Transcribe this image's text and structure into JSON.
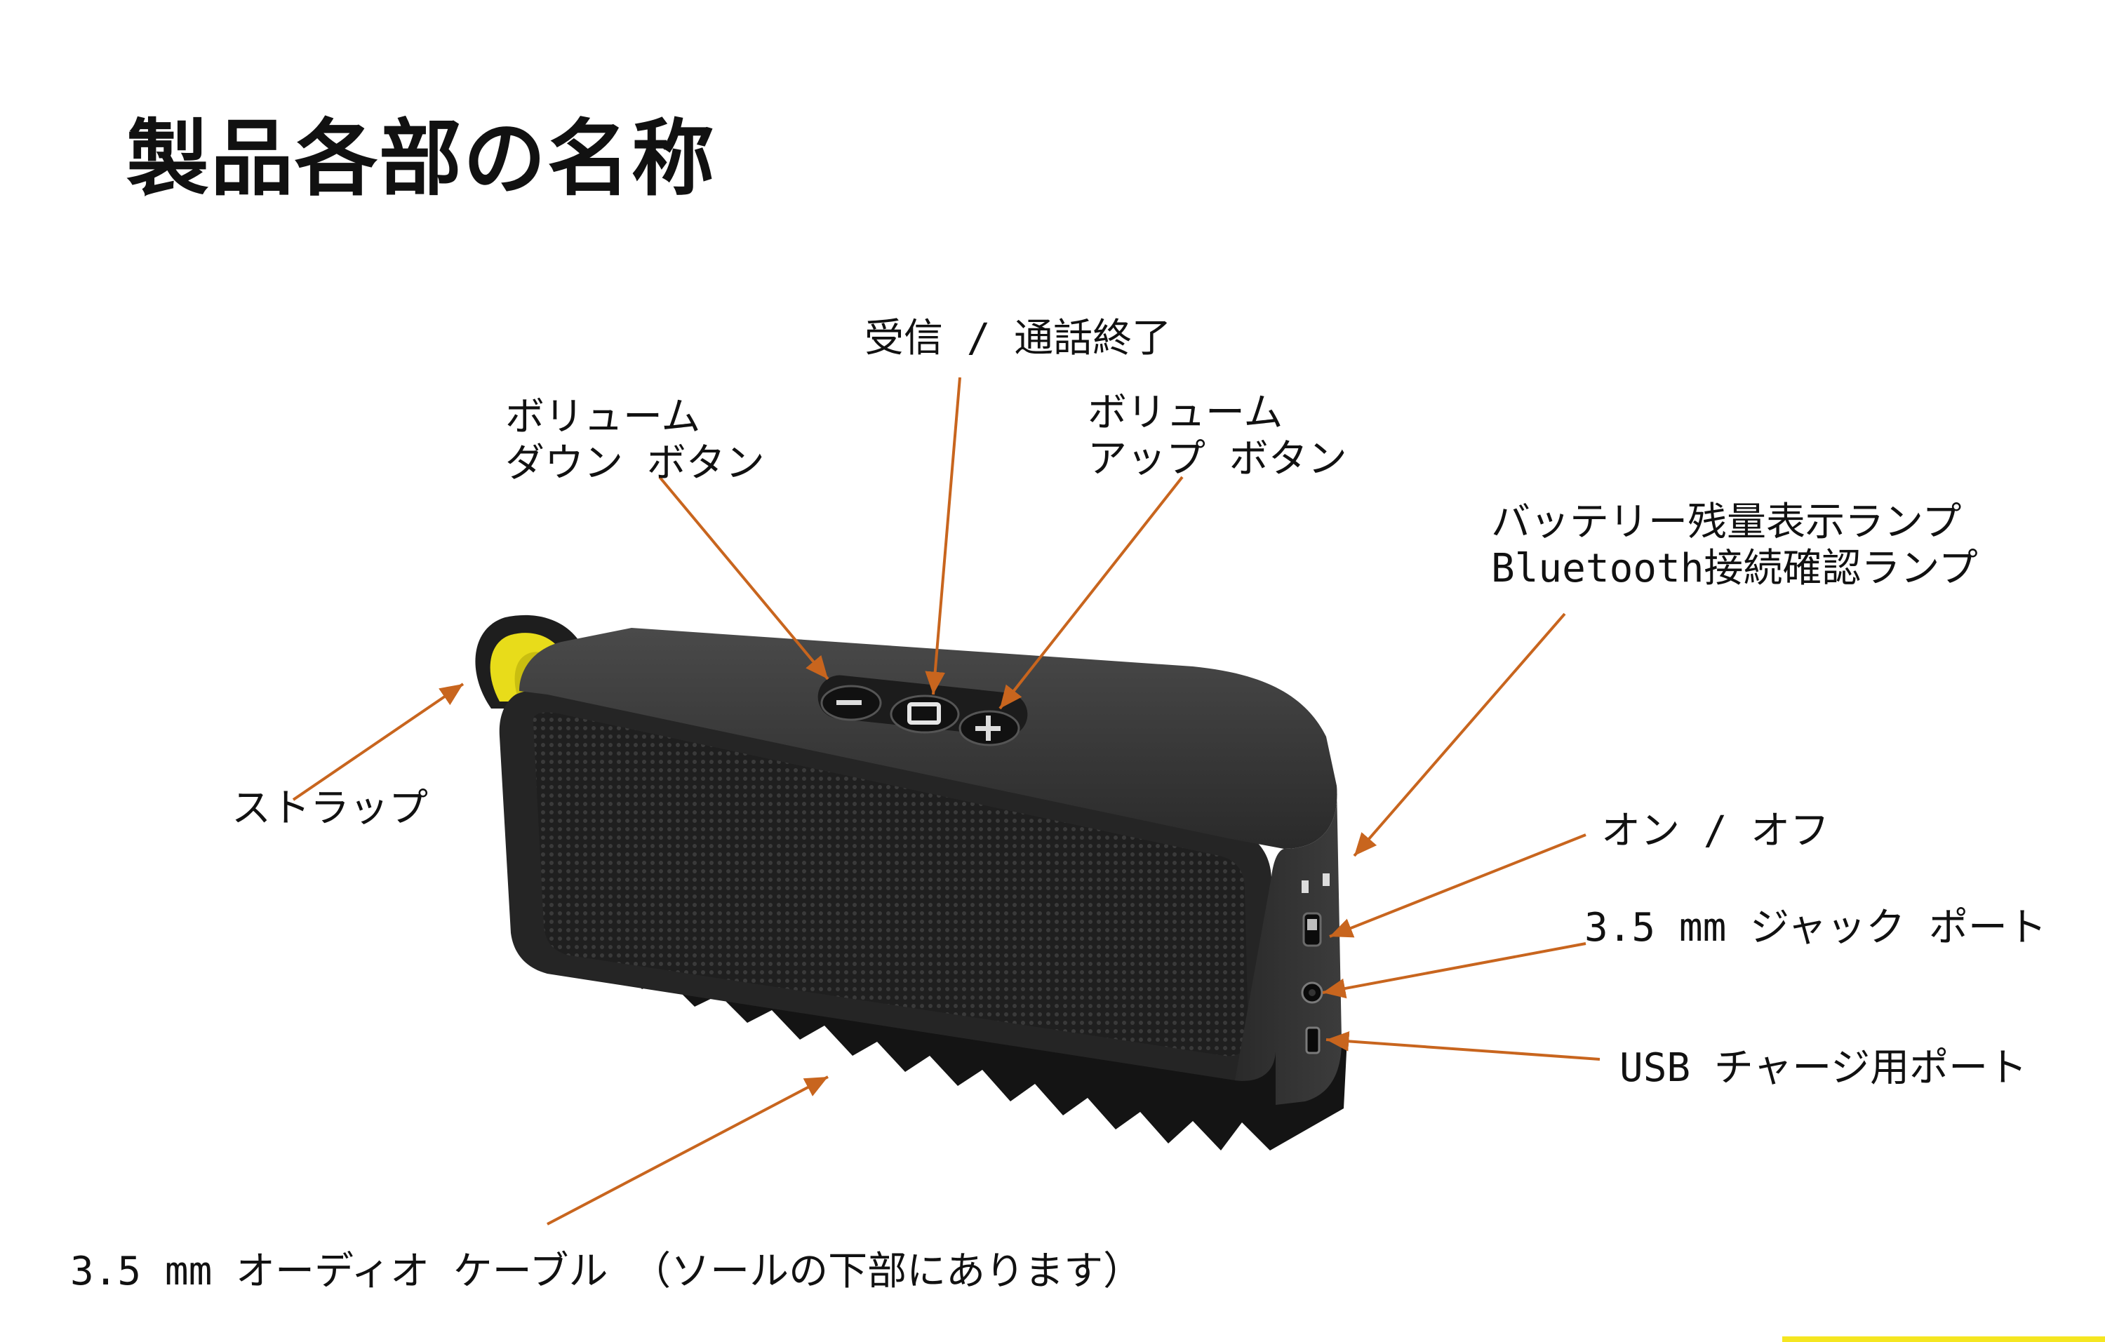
{
  "title": "製品各部の名称",
  "labels": {
    "answer_end": "受信 / 通話終了",
    "vol_down": [
      "ボリューム",
      "ダウン ボタン"
    ],
    "vol_up": [
      "ボリューム",
      "アップ ボタン"
    ],
    "lamps": [
      "バッテリー残量表示ランプ",
      "Bluetooth接続確認ランプ"
    ],
    "strap": "ストラップ",
    "on_off": "オン / オフ",
    "jack": "3.5 mm ジャック ポート",
    "usb": "USB チャージ用ポート",
    "cable": "3.5 mm オーディオ ケーブル （ソールの下部にあります）"
  },
  "colors": {
    "leader": "#c8651e",
    "accent": "#f5e620",
    "speaker_body": "#2b2b2b",
    "strap_yellow": "#e8dc1a"
  }
}
